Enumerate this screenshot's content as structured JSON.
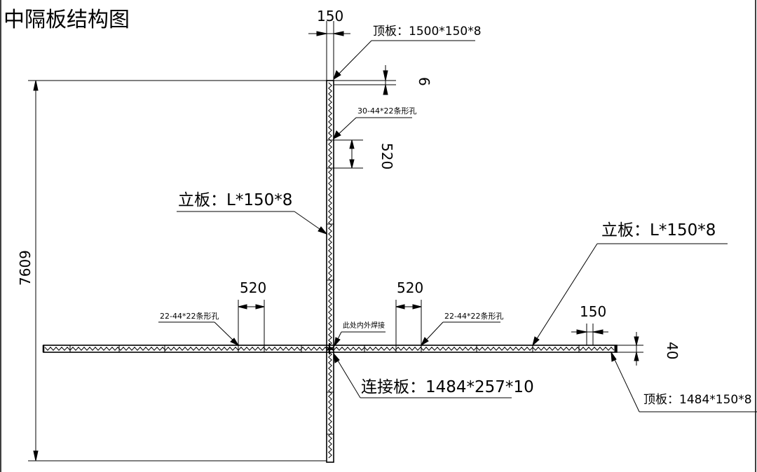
{
  "title": "中隔板结构图",
  "labels": {
    "top_plate_vertical": "顶板：1500*150*8",
    "slot_holes_vertical": "30-44*22条形孔",
    "upright_vertical": "立板：L*150*8",
    "upright_horizontal": "立板：L*150*8",
    "slot_holes_left": "22-44*22条形孔",
    "slot_holes_right": "22-44*22条形孔",
    "weld_note": "此处内外焊接",
    "connection_plate": "连接板：1484*257*10",
    "top_plate_horizontal": "顶板：1484*150*8"
  },
  "dimensions": {
    "width_top": "150",
    "gap_top": "6",
    "slot_pitch_vertical": "520",
    "overall_height": "7609",
    "slot_pitch_left": "520",
    "slot_pitch_right": "520",
    "width_right": "150",
    "thickness_right": "40"
  },
  "colors": {
    "ink": "#000000",
    "background": "#ffffff"
  }
}
